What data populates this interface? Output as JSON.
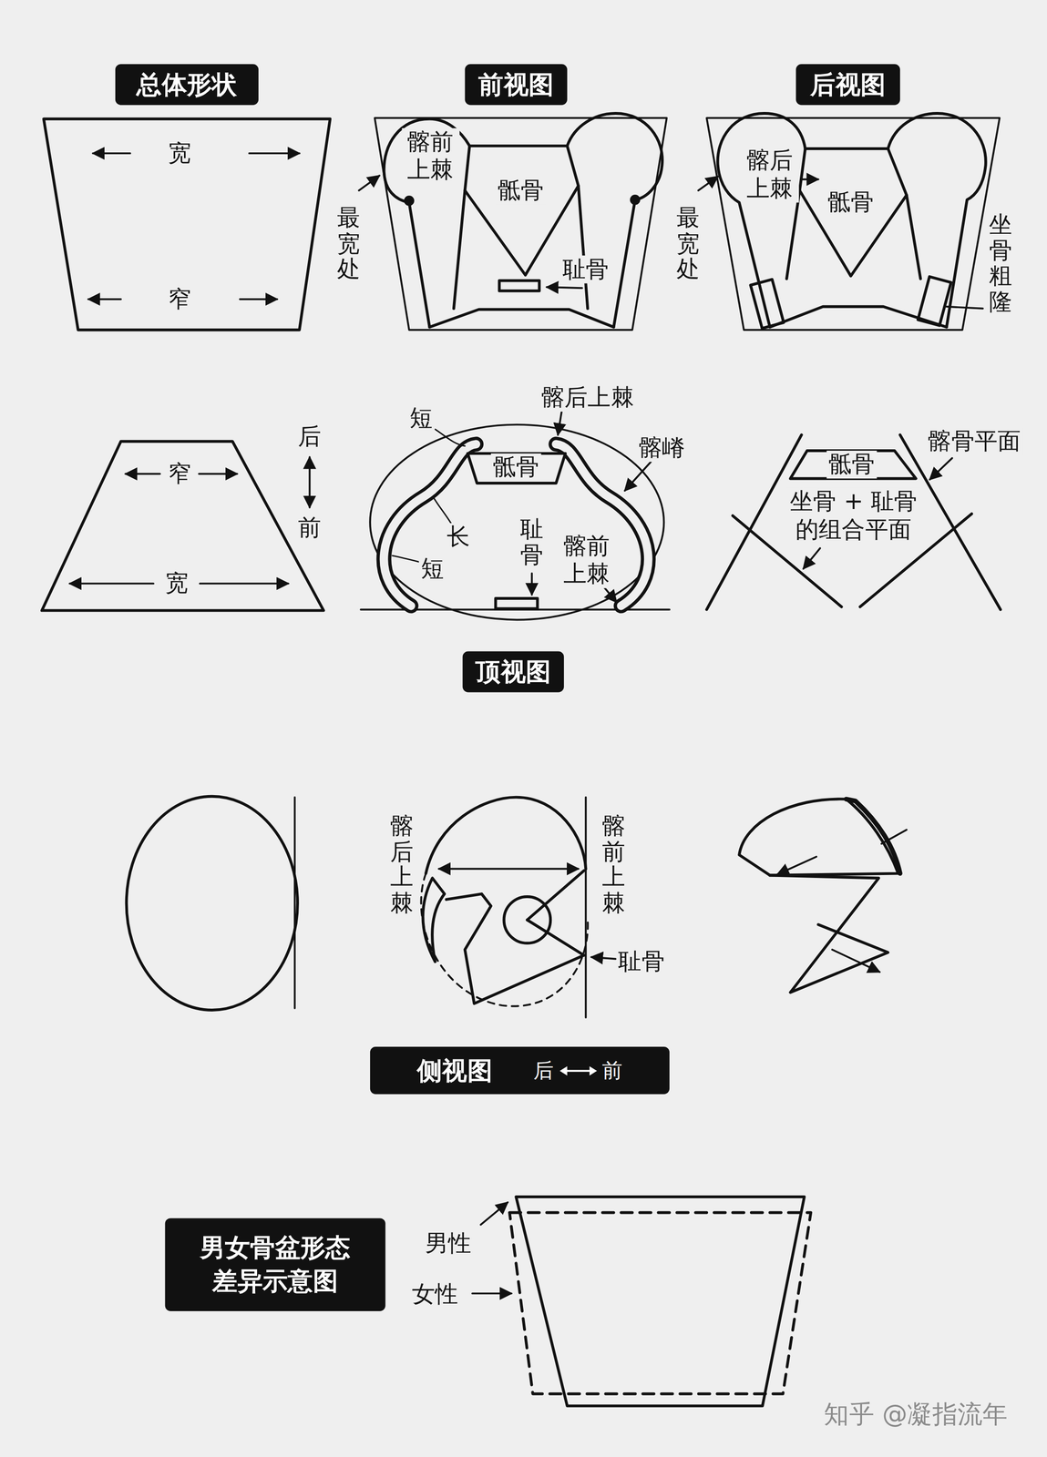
{
  "diagram": {
    "nodes": [
      {
        "text": [
          "总体形状"
        ]
      },
      {
        "text": [
          "前视图"
        ]
      },
      {
        "text": [
          "后视图"
        ]
      },
      {
        "text": [
          "顶视图"
        ]
      },
      {
        "text": [
          "侧视图",
          "后",
          "前"
        ]
      },
      {
        "text": [
          "男女骨盆形态 差异示意图"
        ]
      }
    ],
    "labels": [
      "宽",
      "窄",
      "髂前 上棘",
      "骶骨",
      "耻骨",
      "最宽处",
      "髂后 上棘",
      "骶骨",
      "最宽处",
      "坐骨粗隆",
      "窄",
      "宽",
      "后",
      "前",
      "短",
      "髂后上棘",
      "骶骨",
      "髂嵴",
      "长",
      "短",
      "耻骨",
      "髂前 上棘",
      "骶骨",
      "髂骨平面",
      "坐骨 + 耻骨 的组合平面",
      "髂后上棘",
      "髂前上棘",
      "耻骨",
      "男性",
      "女性",
      "知乎 @凝指流年"
    ]
  }
}
